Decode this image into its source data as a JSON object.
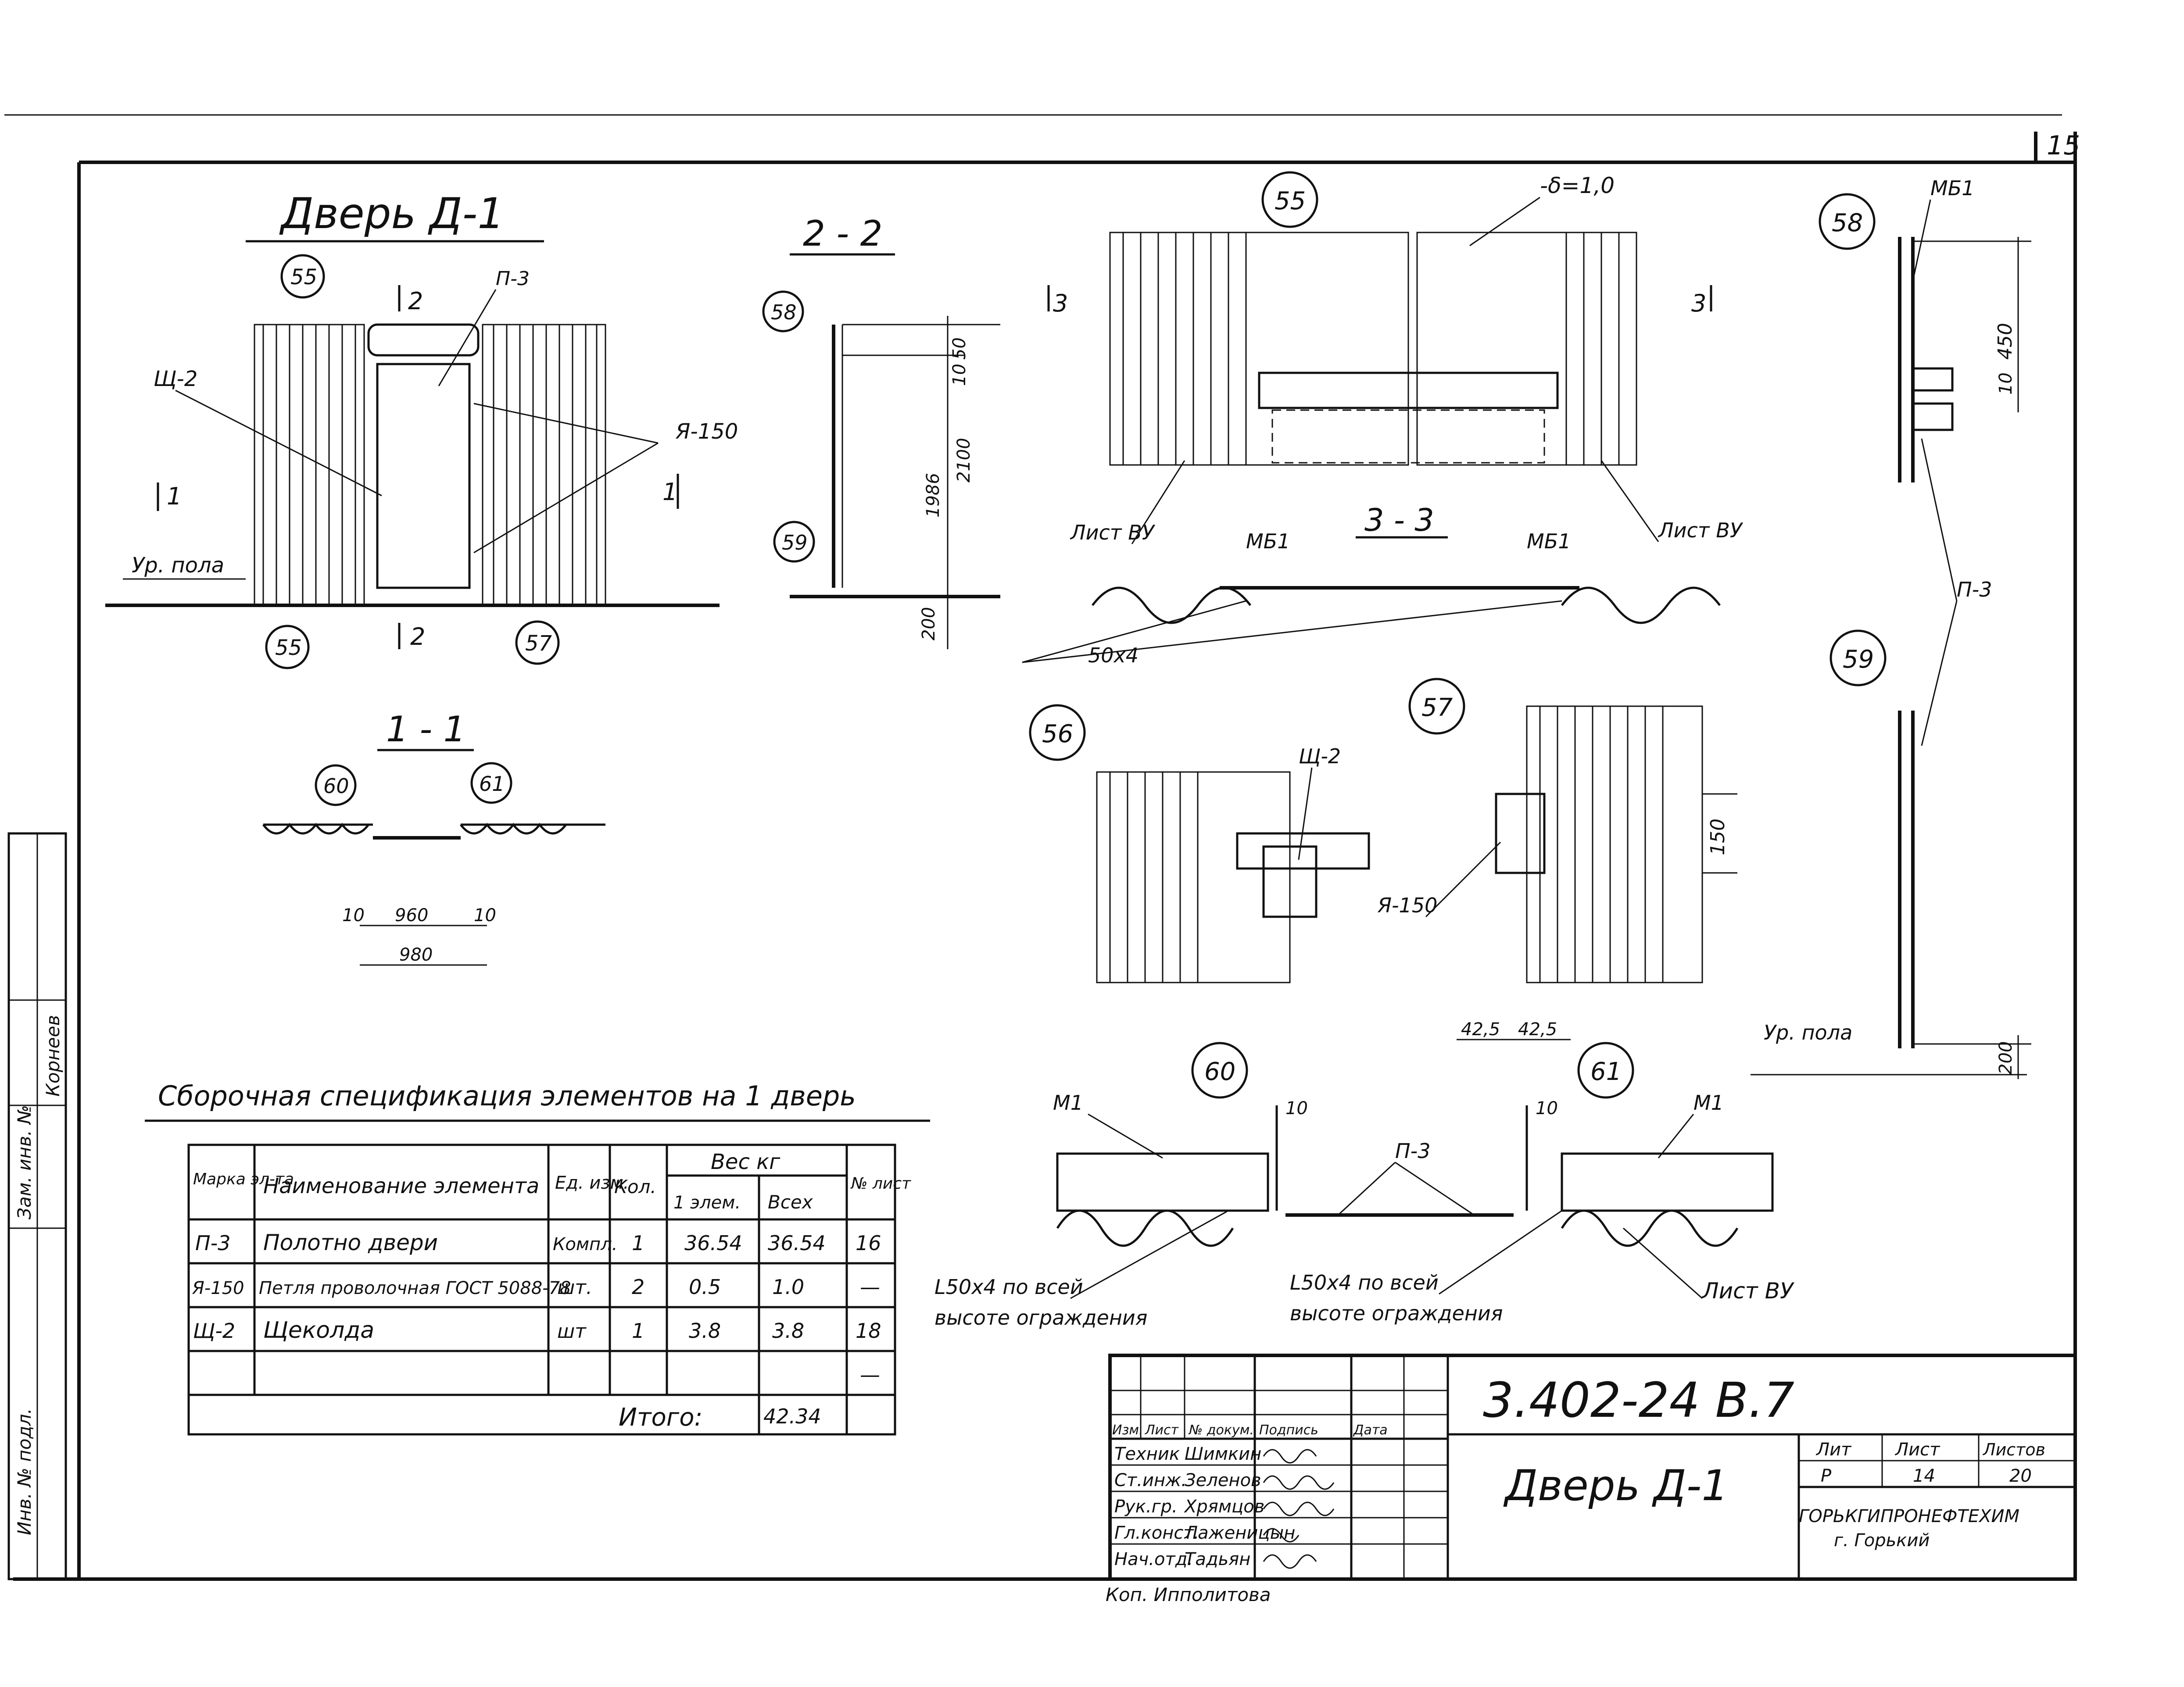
{
  "sheet_number": "15",
  "views": {
    "door_title": "Дверь Д-1",
    "section_2_2": "2 - 2",
    "section_1_1": "1 - 1",
    "section_3_3": "3 - 3"
  },
  "callouts": [
    "55",
    "55",
    "57",
    "58",
    "59",
    "60",
    "61",
    "55",
    "58",
    "59",
    "56",
    "57",
    "60",
    "61"
  ],
  "labels": {
    "p3": "П-3",
    "sh2": "Щ-2",
    "ya150": "Я-150",
    "floor": "Ур. пола",
    "sec1": "1",
    "sec2": "2",
    "sec3": "3",
    "thickness": "-δ=1,0",
    "list_vu": "Лист ВУ",
    "mb1": "МБ1",
    "angle_50x4": "50х4",
    "m1": "М1",
    "angle_full_1": "L50х4 по всей",
    "angle_full_2": "высоте ограждения",
    "ya150b": "Я-150",
    "sh2b": "Щ-2",
    "p3b": "П-3",
    "p3c": "П-3"
  },
  "dims": {
    "d10": "10",
    "d50": "50",
    "d1986": "1986",
    "d2100": "2100",
    "d200": "200",
    "d960": "960",
    "d980": "980",
    "d450": "450",
    "d150": "150",
    "d425": "42,5"
  },
  "spec": {
    "title": "Сборочная спецификация элементов на 1 дверь",
    "headers": {
      "mark": "Марка эл-та",
      "name": "Наименование элемента",
      "unit": "Ед. изм.",
      "qty": "Кол.",
      "weight": "Вес кг",
      "per": "1 элем.",
      "total": "Всех",
      "sheet": "№ лист"
    },
    "rows": [
      {
        "mark": "П-3",
        "name": "Полотно двери",
        "unit": "Компл.",
        "qty": "1",
        "per": "36.54",
        "total": "36.54",
        "sheet": "16"
      },
      {
        "mark": "Я-150",
        "name": "Петля проволочная ГОСТ 5088-78",
        "unit": "шт.",
        "qty": "2",
        "per": "0.5",
        "total": "1.0",
        "sheet": "—"
      },
      {
        "mark": "Щ-2",
        "name": "Щеколда",
        "unit": "шт",
        "qty": "1",
        "per": "3.8",
        "total": "3.8",
        "sheet": "18"
      },
      {
        "mark": "",
        "name": "",
        "unit": "",
        "qty": "",
        "per": "",
        "total": "",
        "sheet": "—"
      }
    ],
    "total_label": "Итого:",
    "total_value": "42.34"
  },
  "titleblock": {
    "code": "3.402-24 В.7",
    "name": "Дверь Д-1",
    "head": [
      "Изм.",
      "Лист",
      "№ докум.",
      "Подпись",
      "Дата"
    ],
    "people": [
      {
        "role": "Техник",
        "name": "Шимкин"
      },
      {
        "role": "Ст.инж.",
        "name": "Зеленов"
      },
      {
        "role": "Рук.гр.",
        "name": "Хрямцов"
      },
      {
        "role": "Гл.конст.",
        "name": "Лаженицын"
      },
      {
        "role": "Нач.отд.",
        "name": "Тадьян"
      }
    ],
    "lit_label": "Лит",
    "sheet_label": "Лист",
    "sheets_label": "Листов",
    "lit": "Р",
    "sheet": "14",
    "sheets": "20",
    "org_line1": "ГОРЬКГИПРОНЕФТЕХИМ",
    "org_line2": "г. Горький",
    "copier": "Коп. Ипполитова"
  },
  "margin": {
    "line1": "Инв. № подл.",
    "line2": "Зам. инв. №",
    "line3": "Корнеев"
  }
}
